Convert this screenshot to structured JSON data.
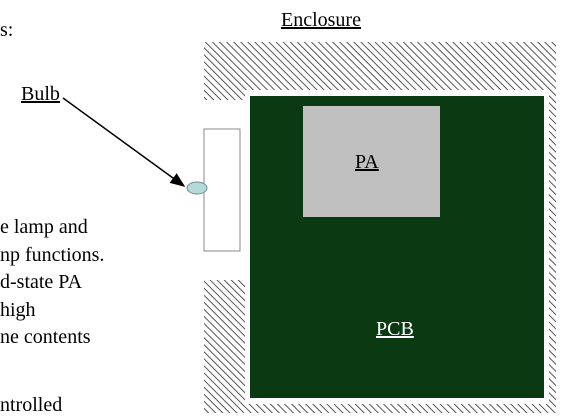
{
  "body_text": {
    "lines": [
      "s:",
      "e lamp and",
      "np functions.",
      "d-state PA",
      "high",
      "ne contents",
      "ntrolled"
    ]
  },
  "diagram": {
    "labels": {
      "enclosure": "Enclosure",
      "bulb": "Bulb",
      "pa": "PA",
      "pcb": "PCB"
    },
    "colors": {
      "pcb": "#0b3a12",
      "pa": "#c0c0c0",
      "bulb": "#b5d9d9",
      "hatch": "#555555"
    }
  }
}
